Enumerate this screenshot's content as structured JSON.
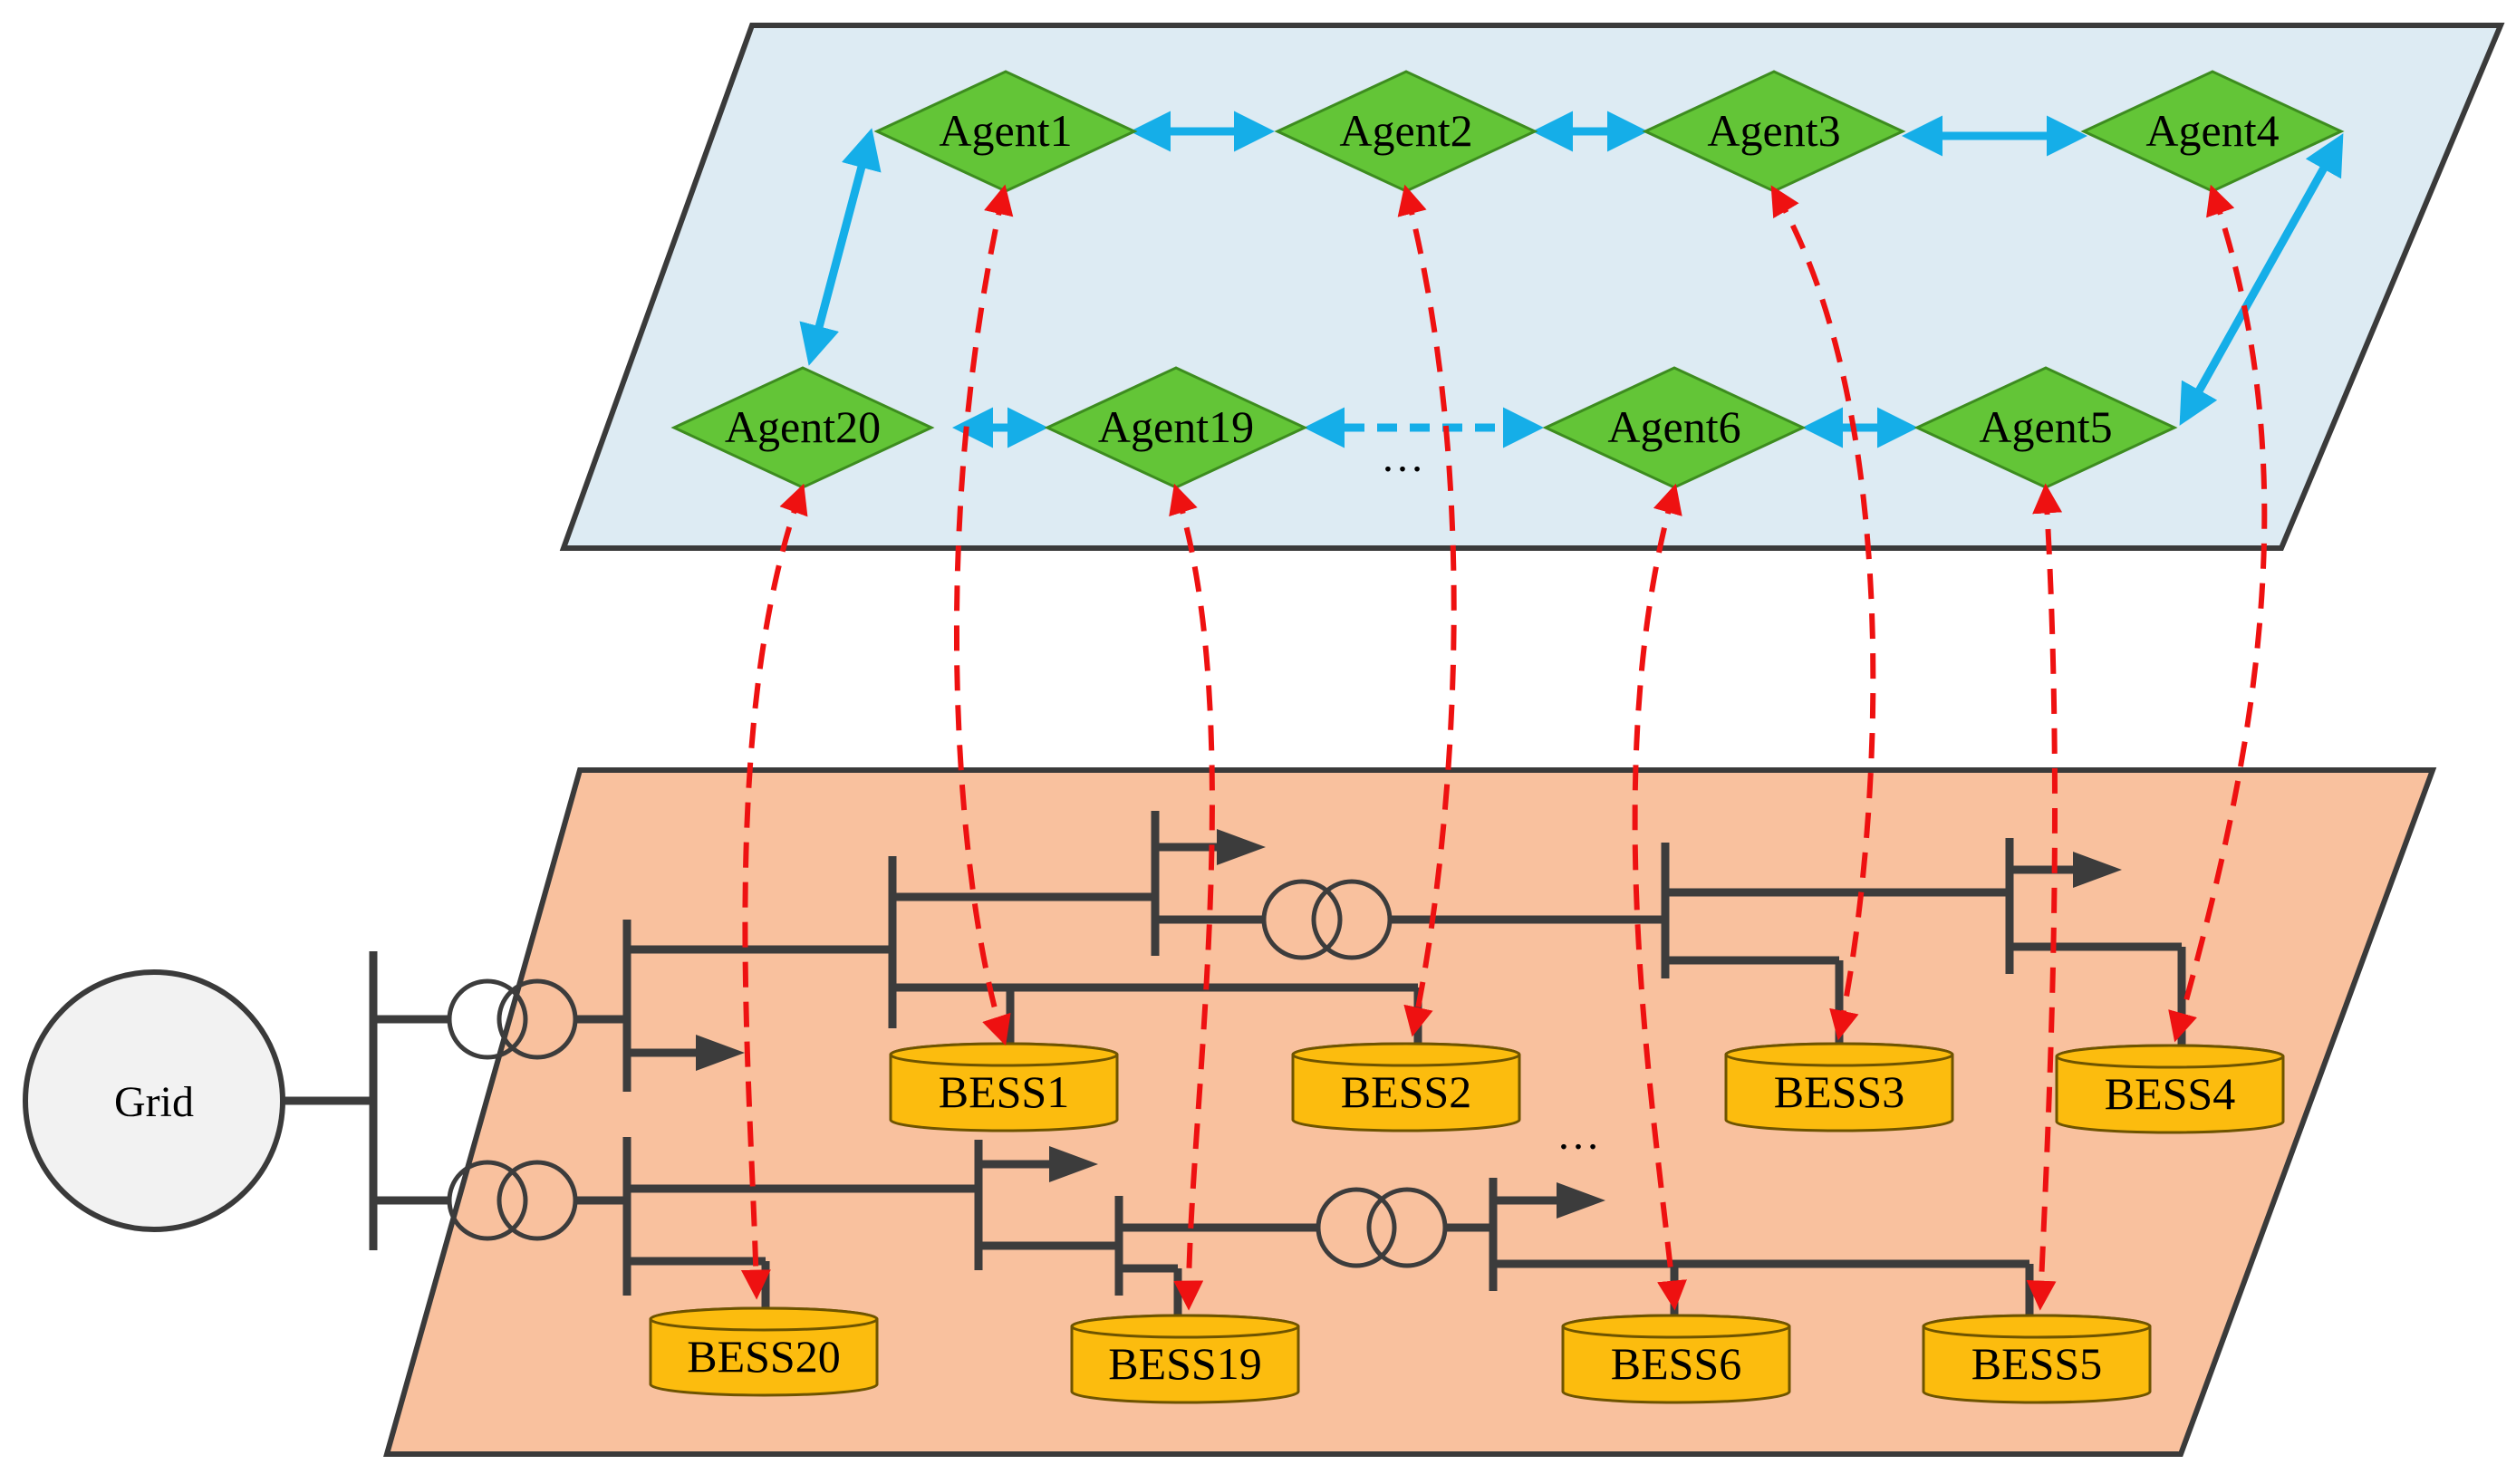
{
  "colors": {
    "comm_plane": "#ddebf3",
    "power_plane": "#f9c19e",
    "plane_stroke": "#3a3a3a",
    "agent_fill": "#63c537",
    "agent_stroke": "#3d8c1f",
    "comm_link": "#15aee8",
    "control_link": "#ee1111",
    "bess_fill": "#fcbc0e",
    "bess_stroke": "#6e5400",
    "bus": "#3c3c3c",
    "grid_fill": "#f2f2f2"
  },
  "grid": {
    "label": "Grid"
  },
  "ellipsis_agents": "…",
  "ellipsis_network": "…",
  "agents": [
    {
      "id": "a1",
      "label": "Agent1"
    },
    {
      "id": "a2",
      "label": "Agent2"
    },
    {
      "id": "a3",
      "label": "Agent3"
    },
    {
      "id": "a4",
      "label": "Agent4"
    },
    {
      "id": "a20",
      "label": "Agent20"
    },
    {
      "id": "a19",
      "label": "Agent19"
    },
    {
      "id": "a6",
      "label": "Agent6"
    },
    {
      "id": "a5",
      "label": "Agent5"
    }
  ],
  "bess": [
    {
      "id": "b1",
      "label": "BESS1"
    },
    {
      "id": "b2",
      "label": "BESS2"
    },
    {
      "id": "b3",
      "label": "BESS3"
    },
    {
      "id": "b4",
      "label": "BESS4"
    },
    {
      "id": "b20",
      "label": "BESS20"
    },
    {
      "id": "b19",
      "label": "BESS19"
    },
    {
      "id": "b6",
      "label": "BESS6"
    },
    {
      "id": "b5",
      "label": "BESS5"
    }
  ]
}
